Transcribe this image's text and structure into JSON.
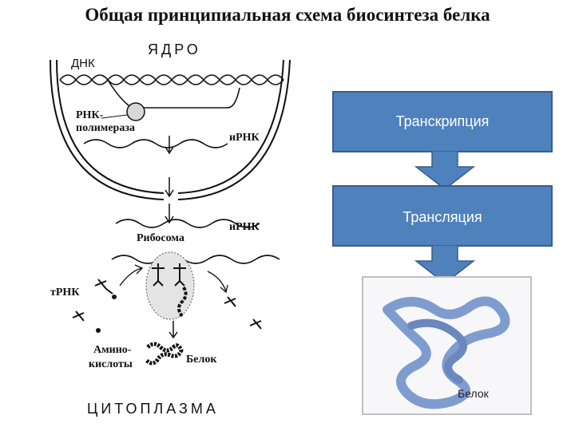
{
  "title": "Общая принципиальная схема биосинтеза белка",
  "scheme": {
    "nucleus_label": "ЯДРО",
    "dna_label": "ДНК",
    "polymerase_label_line1": "РНК-",
    "polymerase_label_line2": "полимераза",
    "mrna_label_nucleus": "иРНК",
    "mrna_label_cytoplasm": "иРНК",
    "ribosome_label": "Рибосома",
    "trna_label": "тРНК",
    "amino_label_line1": "Амино-",
    "amino_label_line2": "кислоты",
    "protein_label": "Белок",
    "cytoplasm_label": "ЦИТОПЛАЗМА"
  },
  "flow": {
    "step1": "Транскрипция",
    "step2": "Трансляция",
    "photo_label": "Белок"
  },
  "colors": {
    "box_fill": "#4f81bd",
    "box_border": "#385d8a",
    "box_text": "#ffffff",
    "protein_ribbon": "#7f9ccf"
  }
}
